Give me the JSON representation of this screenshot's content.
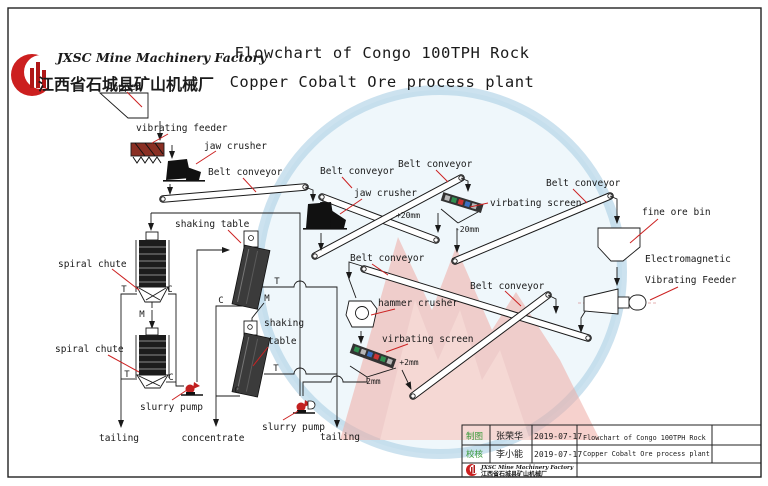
{
  "logo": {
    "name_en": "JXSC Mine Machinery Factory",
    "name_cn": "江西省石城县矿山机械厂"
  },
  "title": {
    "line1": "Flowchart of Congo 100TPH Rock",
    "line2": "Copper Cobalt Ore process plant"
  },
  "labels": {
    "hopper": "hopper",
    "vibrating_feeder": "vibrating feeder",
    "jaw_crusher": "jaw crusher",
    "belt_conveyor": "Belt conveyor",
    "virbating_screen": "virbating screen",
    "shaking_table": "shaking table",
    "shaking": "shaking",
    "table": "table",
    "spiral_chute": "spiral chute",
    "slurry_pump": "slurry pump",
    "hammer_crusher": "hammer crusher",
    "fine_ore_bin": "fine ore bin",
    "electromagnetic": "Electromagnetic",
    "vibrating_feeder_2": "Vibrating Feeder",
    "tailing": "tailing",
    "concentrate": "concentrate",
    "plus20mm": "+20mm",
    "minus20mm": "-20mm",
    "plus2mm": "+2mm",
    "minus2mm": "-2mm"
  },
  "letters": {
    "t": "T",
    "m": "M",
    "c": "C"
  },
  "title_block": {
    "row1_label": "制图",
    "row1_name": "张荣华",
    "row1_date": "2019-07-17",
    "row2_label": "校核",
    "row2_name": "李小能",
    "row2_date": "2019-07-17",
    "drawing_title_line1": "Flowchart of Congo 100TPH Rock",
    "drawing_title_line2": "Copper Cobalt Ore process plant",
    "logo_en": "JXSC Mine Machinery Factory",
    "logo_cn": "江西省石城县矿山机械厂"
  },
  "colors": {
    "leader_red": "#cc2222",
    "logo_red": "#cc1f1f",
    "stamp_green": "#3c9b3c",
    "watermark_ring_blue": "#aacfe4",
    "watermark_fill_blue": "#d8ecf6",
    "watermark_pink": "#eeaca4",
    "line_black": "#1a1a1a"
  }
}
